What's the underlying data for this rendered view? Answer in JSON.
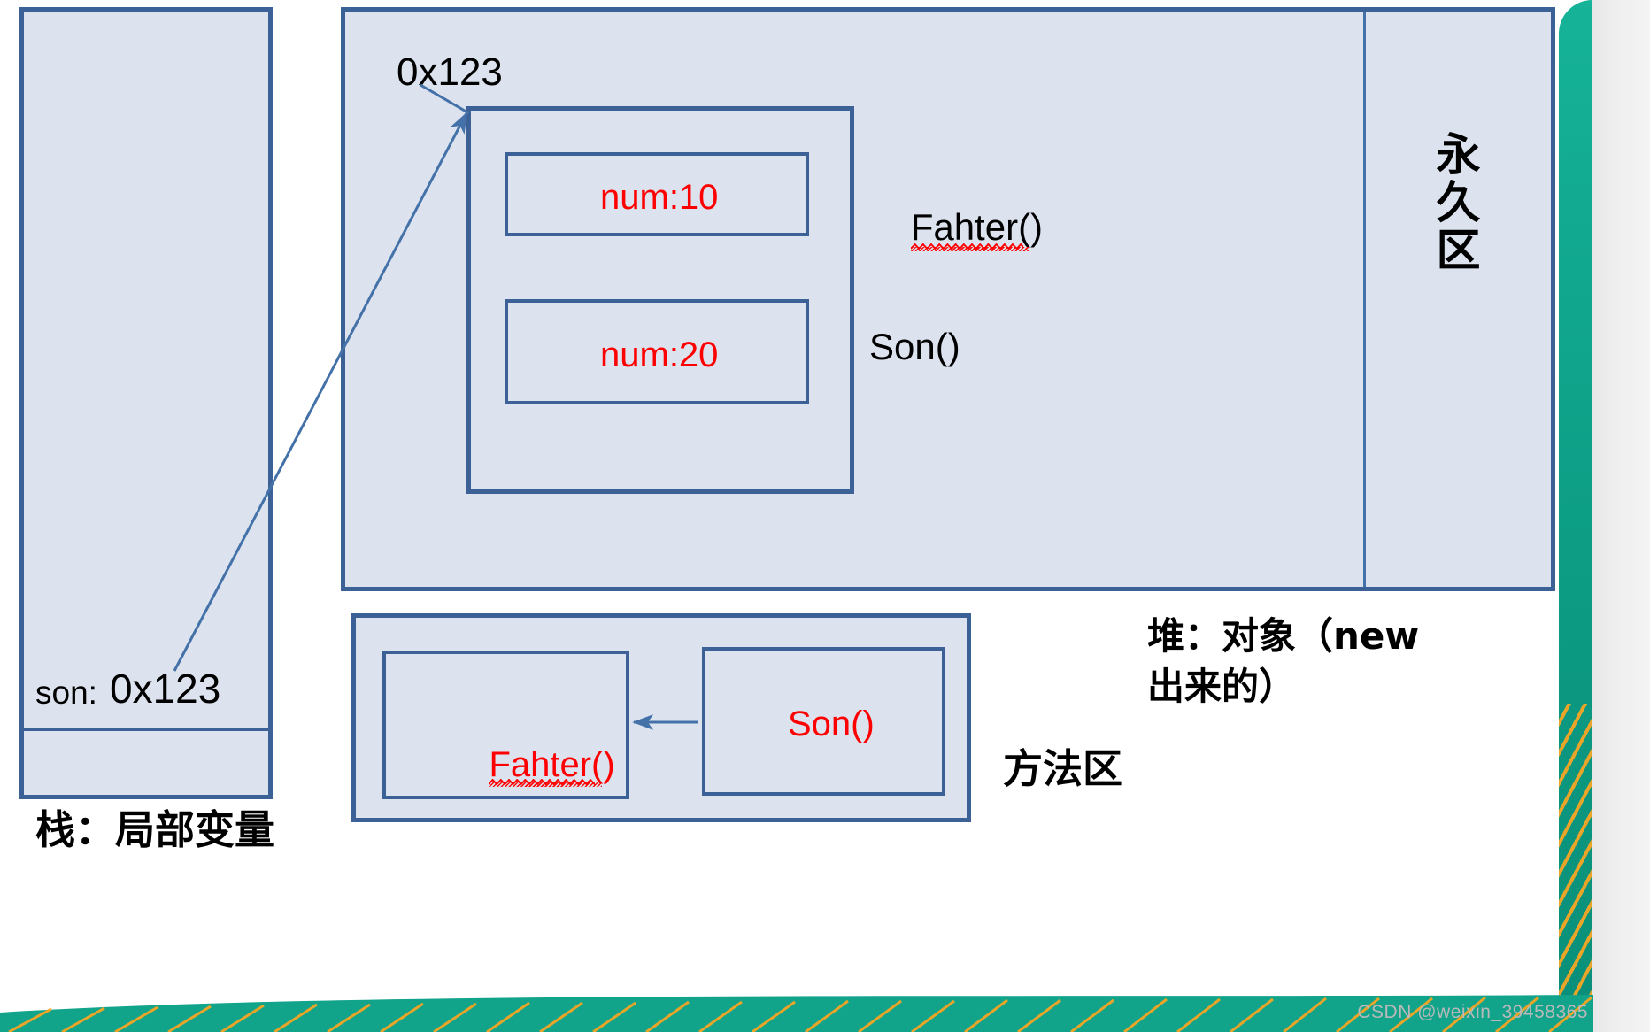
{
  "diagram": {
    "title": "JVM memory model (stack / heap / method area)",
    "colors": {
      "box_fill": "#dce3ef",
      "box_border": "#3b6196",
      "arrow": "#4472a8",
      "value_text": "#ff0000",
      "accent_teal": "#10a78e",
      "accent_orange": "#f5a623"
    },
    "stack": {
      "caption": "栈：局部变量",
      "variable_name": "son:",
      "variable_value": "0x123"
    },
    "heap": {
      "caption_line1": "堆：对象（new",
      "caption_line2": "出来的）",
      "pointer_label": "0x123",
      "object": {
        "fields": [
          {
            "text": "num:10",
            "owner_label": "Fahter()"
          },
          {
            "text": "num:20",
            "owner_label": "Son()"
          }
        ]
      },
      "permgen_label": "永久区"
    },
    "method_area": {
      "caption": "方法区",
      "classes": [
        {
          "name": "Fahter()",
          "misspelled": true
        },
        {
          "name": "Son()",
          "misspelled": false
        }
      ]
    },
    "arrows": [
      {
        "name": "stack-to-heap-object",
        "from": "son: 0x123",
        "to": "heap object"
      },
      {
        "name": "son-extends-fahter",
        "from": "Son()",
        "to": "Fahter()"
      }
    ]
  },
  "watermark": "CSDN @weixin_39458365"
}
